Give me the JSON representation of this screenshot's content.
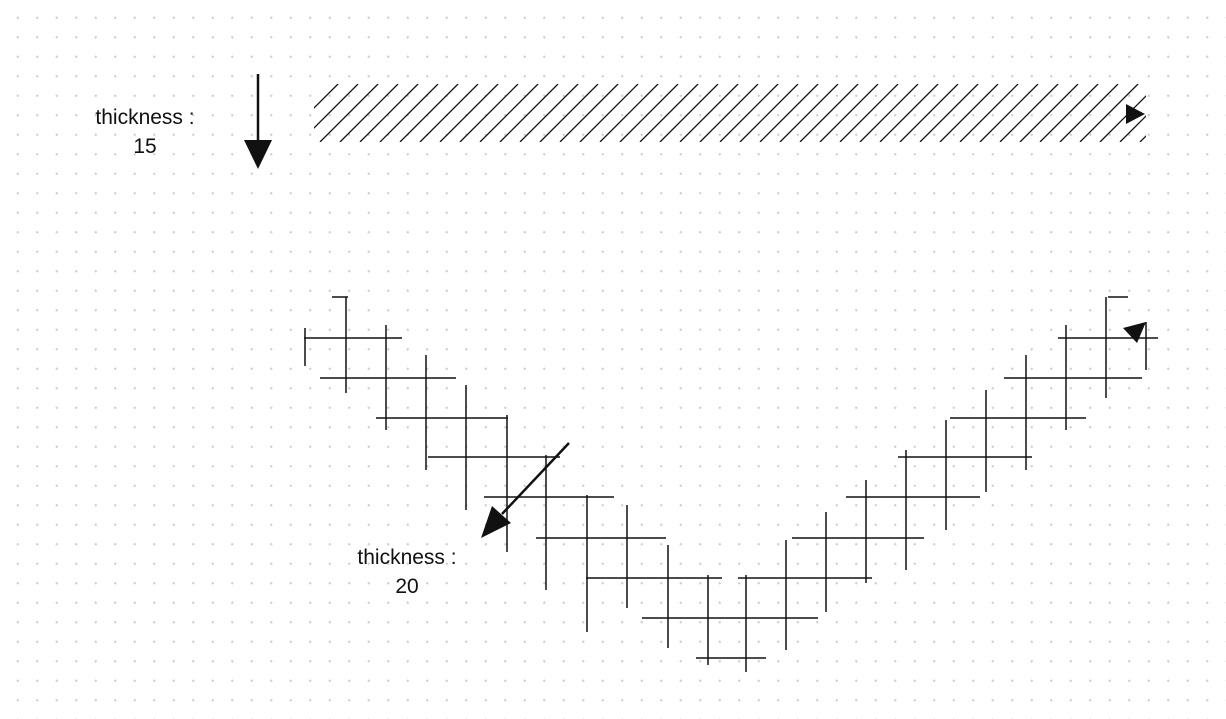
{
  "annotations": {
    "top": {
      "line1": "thickness :",
      "line2": "15"
    },
    "bottom": {
      "line1": "thickness :",
      "line2": "20"
    }
  },
  "colors": {
    "stroke": "#111111",
    "grid_dot": "#cfcfcf"
  }
}
